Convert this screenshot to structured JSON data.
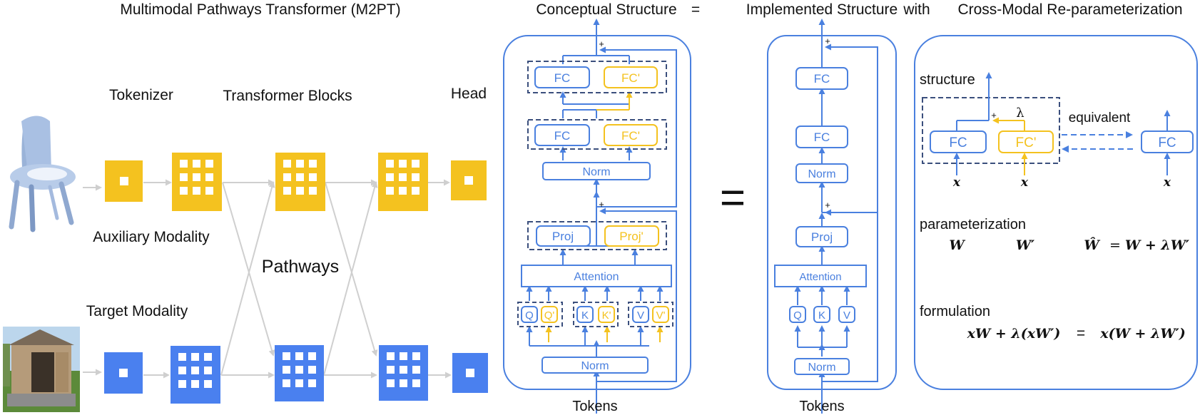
{
  "colors": {
    "blue": "#4a80df",
    "yellow": "#f4c21f",
    "gray_line": "#cfcfcf",
    "dash": "#3b4f7d"
  },
  "left": {
    "title": "Multimodal Pathways Transformer (M2PT)",
    "tokenizer_label": "Tokenizer",
    "blocks_label": "Transformer Blocks",
    "head_label": "Head",
    "aux_label": "Auxiliary Modality",
    "target_label": "Target Modality",
    "pathways_label": "Pathways",
    "aux_image_icon": "chair-pointcloud-icon",
    "target_image_icon": "garden-shed-photo-icon"
  },
  "header": {
    "conceptual": "Conceptual Structure",
    "eq1": "=",
    "implemented": "Implemented Structure",
    "with": "with",
    "crossmodal": "Cross-Modal Re-parameterization"
  },
  "conceptual": {
    "fc": "FC",
    "fc_prime": "FC'",
    "norm": "Norm",
    "proj": "Proj",
    "proj_prime": "Proj'",
    "attention": "Attention",
    "q": "Q",
    "q_prime": "Q'",
    "k": "K",
    "k_prime": "K'",
    "v": "V",
    "v_prime": "V'",
    "norm2": "Norm",
    "tokens": "Tokens",
    "plus": "+"
  },
  "big_equals": "=",
  "implemented": {
    "fc": "FC",
    "norm": "Norm",
    "proj": "Proj",
    "attention": "Attention",
    "q": "Q",
    "k": "K",
    "v": "V",
    "norm2": "Norm",
    "tokens": "Tokens",
    "plus": "+"
  },
  "reparam": {
    "structure": "structure",
    "fc": "FC",
    "fc_prime": "FC'",
    "lambda": "λ",
    "equivalent": "equivalent",
    "fc_merged": "FC",
    "plus": "+",
    "x": "x",
    "parameterization": "parameterization",
    "w": "W",
    "w_prime": "W′",
    "w_hat": "Ŵ",
    "w_hat_eq": "=",
    "w_hat_rhs": "W + λW′",
    "formulation": "formulation",
    "form_lhs": "xW + λ(xW′)",
    "form_eq": "=",
    "form_rhs": "x(W + λW′)"
  }
}
